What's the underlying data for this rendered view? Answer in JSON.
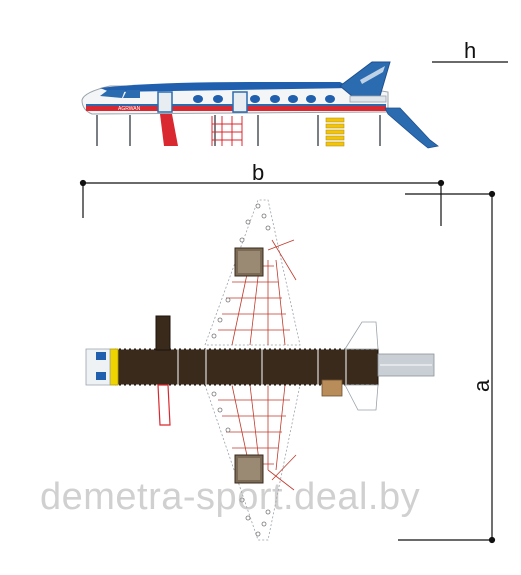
{
  "dimensions": {
    "height_label": "h",
    "width_label": "b",
    "length_label": "a"
  },
  "fuselage_text": "AGRWAN",
  "watermark": "demetra-sport.deal.by",
  "colors": {
    "fuselage": "#f3f5f7",
    "stripe": "#d9282f",
    "tail_blue": "#2b6cb0",
    "top_blue": "#1f5fae",
    "deck_brown": "#3a2a1c",
    "nose_yellow": "#f0d400",
    "net_red": "#c0392b",
    "box_tan": "#b98d5a",
    "ladder_yellow": "#f1c40f",
    "slide_grey": "#c9cfd4"
  }
}
